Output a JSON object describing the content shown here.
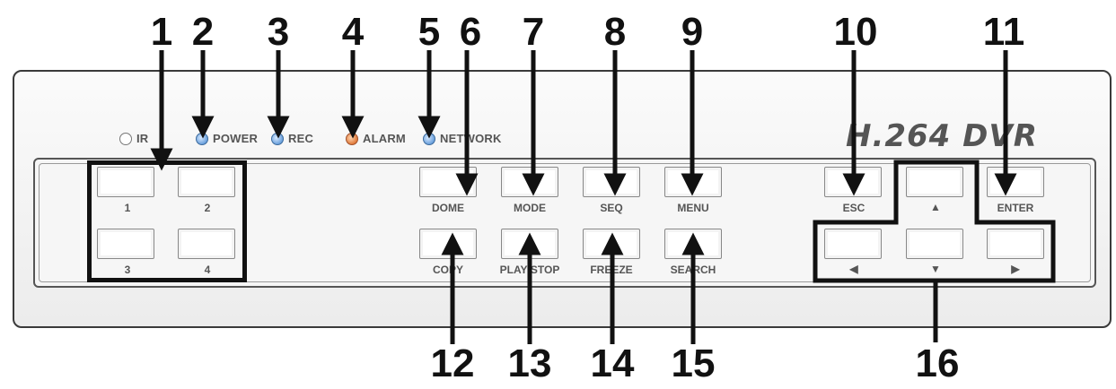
{
  "callouts": [
    "1",
    "2",
    "3",
    "4",
    "5",
    "6",
    "7",
    "8",
    "9",
    "10",
    "11",
    "12",
    "13",
    "14",
    "15",
    "16"
  ],
  "indicators": {
    "ir": "IR",
    "power": "POWER",
    "rec": "REC",
    "alarm": "ALARM",
    "network": "NETWORK"
  },
  "brand": "H.264 DVR",
  "buttons": {
    "ch1": "1",
    "ch2": "2",
    "ch3": "3",
    "ch4": "4",
    "dome": "DOME",
    "mode": "MODE",
    "seq": "SEQ",
    "menu": "MENU",
    "copy": "COPY",
    "playstop": "PLAY/STOP",
    "freeze": "FREEZE",
    "search": "SEARCH",
    "esc": "ESC",
    "enter": "ENTER",
    "up": "▲",
    "down": "▼",
    "left": "◀",
    "right": "▶"
  },
  "colors": {
    "led_blue": "#6aa0dc",
    "led_orange": "#e07a3a",
    "outline": "#111111"
  }
}
